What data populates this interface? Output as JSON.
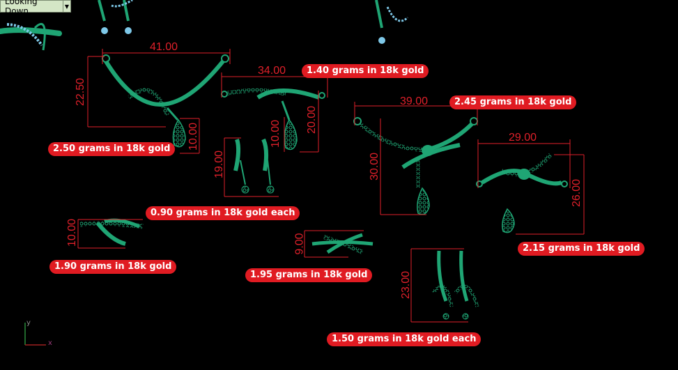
{
  "viewport": {
    "view_name": "Looking Down"
  },
  "colors": {
    "background": "#000000",
    "dimension": "#e0202a",
    "badge": "#e01b22",
    "jewelry": "#1fa574",
    "jewelry_dark": "#0c5a3e",
    "label_bg": "#d4e6c6"
  },
  "dimensions": {
    "d1_width": "41.00",
    "d1_height": "22.50",
    "d1_drop": "10.00",
    "d2_width": "34.00",
    "d2_height": "20.00",
    "d2_drop": "10.00",
    "d3_height": "19.00",
    "d4_width": "39.00",
    "d4_height": "30.00",
    "d5_width": "29.00",
    "d5_height": "26.00",
    "d6_height": "10.00",
    "d7_height": "9.00",
    "d8_height": "23.00"
  },
  "weights": {
    "w1": "2.50 grams in 18k gold",
    "w2": "1.40 grams in 18k gold",
    "w3": "0.90 grams in 18k gold each",
    "w4": "2.45 grams in 18k gold",
    "w5": "2.15 grams in 18k gold",
    "w6": "1.90 grams in 18k gold",
    "w7": "1.95 grams in 18k gold",
    "w8": "1.50 grams in 18k gold each"
  },
  "axes": {
    "x": "x",
    "y": "y"
  },
  "icons": {
    "dropdown": "chevron-down-icon",
    "axis": "axis-triad-icon"
  }
}
